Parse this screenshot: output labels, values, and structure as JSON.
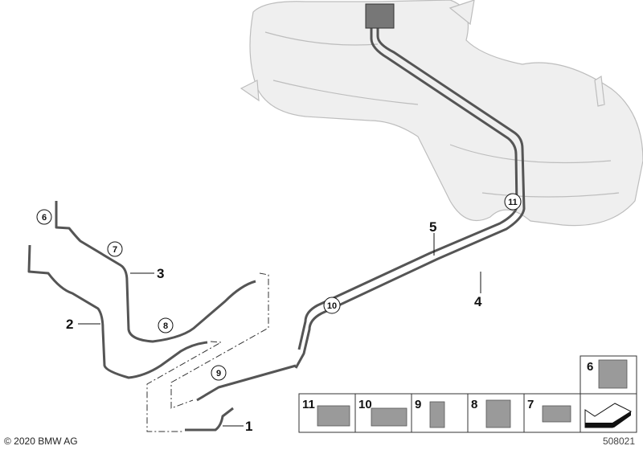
{
  "diagram": {
    "part_labels": [
      {
        "id": "1",
        "text": "1"
      },
      {
        "id": "2",
        "text": "2"
      },
      {
        "id": "3",
        "text": "3"
      },
      {
        "id": "4",
        "text": "4"
      },
      {
        "id": "5",
        "text": "5"
      }
    ],
    "circled_labels": [
      "6",
      "7",
      "8",
      "9",
      "10",
      "11"
    ],
    "legend": {
      "cells": [
        "11",
        "10",
        "9",
        "8",
        "7"
      ],
      "top_cell": "6",
      "arrow": "arrow-icon"
    },
    "copyright": "© 2020 BMW AG",
    "diagram_number": "508021",
    "colors": {
      "line": "#555555",
      "tank": "#eeeeee",
      "tank_stroke": "#bbbbbb"
    }
  }
}
